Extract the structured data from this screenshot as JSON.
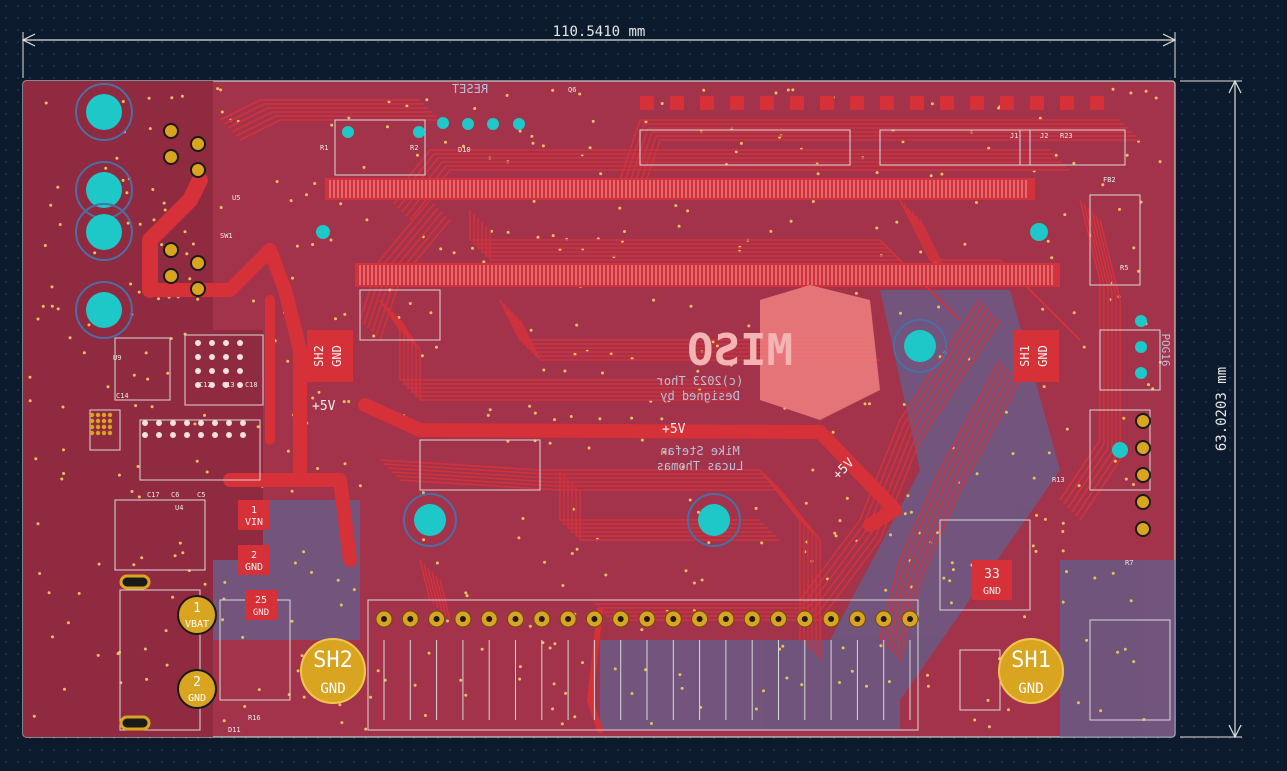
{
  "colors": {
    "background": "#0b1a2c",
    "grid_dot": "#2b3e58",
    "board_fill": "#a3334a",
    "copper_front": "#d2323c",
    "copper_back": "#4a6fa5",
    "silkscreen": "#e8e8e8",
    "pad_gold": "#d9a520",
    "hole_cyan": "#1ec8c8",
    "via_dot": "#e6c25a",
    "dimension_line": "#e0e0e0",
    "logo_pink": "#f08080"
  },
  "dimensions": {
    "width_label": "110.5410 mm",
    "height_label": "63.0203 mm"
  },
  "board_labels": {
    "power_5v": "+5V",
    "mirror_lines": [
      "Mike Stefan",
      "Lucas Thomas"
    ],
    "mirror_lines_b": [
      "(c)2023 Thor",
      "Designed by"
    ],
    "logo_text": "MISO",
    "reset": "RESET",
    "poc_label": "POG16"
  },
  "shield_pads": [
    {
      "id": "SH2",
      "net": "GND"
    },
    {
      "id": "SH1",
      "net": "GND"
    }
  ],
  "shield_boxes": [
    {
      "id": "SH2",
      "net": "GND"
    },
    {
      "id": "SH1",
      "net": "GND"
    }
  ],
  "round_pads": [
    {
      "num": "1",
      "net": "VBAT"
    },
    {
      "num": "2",
      "net": "GND"
    }
  ],
  "small_pads": [
    {
      "num": "1",
      "net": "VIN"
    },
    {
      "num": "2",
      "net": "GND"
    },
    {
      "num": "25",
      "net": "GND"
    },
    {
      "num": "33",
      "net": "GND"
    }
  ],
  "component_refs": [
    "R1",
    "R2",
    "U5",
    "U9",
    "C14",
    "C12",
    "C13",
    "C18",
    "C17",
    "C6",
    "C5",
    "R16",
    "D11",
    "U4",
    "Q6",
    "D10",
    "R13",
    "R7",
    "J1",
    "J2",
    "R5",
    "R23",
    "FB2",
    "SW1"
  ]
}
